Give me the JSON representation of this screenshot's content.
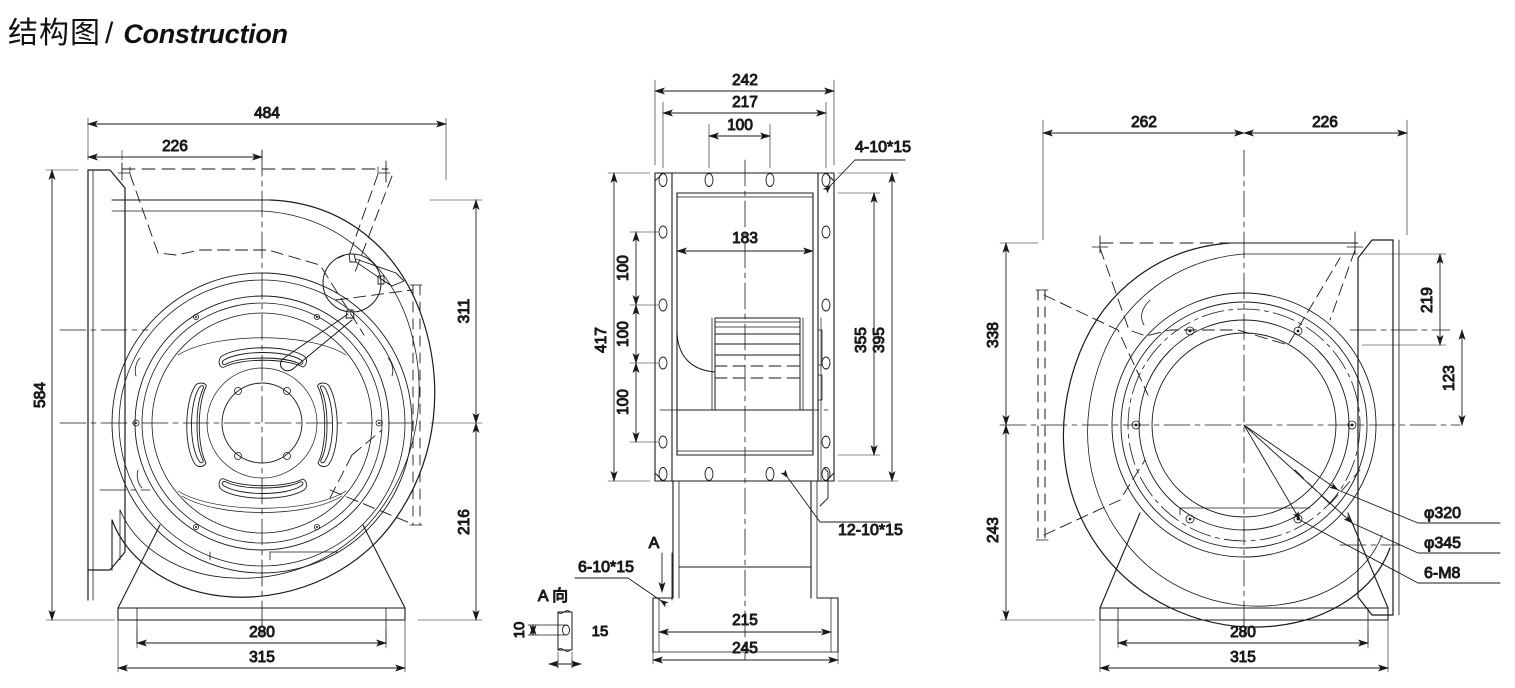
{
  "title": {
    "chinese": "结构图",
    "separator": "/",
    "english": "Construction"
  },
  "views": {
    "left": {
      "name": "front-view",
      "dimensions": {
        "overall_width": "484",
        "inlet_width": "226",
        "overall_height": "584",
        "upper_height": "311",
        "lower_height": "216",
        "base_bolt_spacing": "280",
        "base_width": "315"
      }
    },
    "middle": {
      "name": "side-view",
      "dimensions": {
        "flange_width": "242",
        "bolt_span": "217",
        "bolt_pitch": "100",
        "inner_width": "183",
        "overall_height": "417",
        "pitch_1": "100",
        "pitch_2": "100",
        "pitch_3": "100",
        "height_355": "355",
        "height_395": "395",
        "hole_top": "4-10*15",
        "hole_side": "12-10*15",
        "hole_base": "6-10*15",
        "base_inner": "215",
        "base_outer": "245"
      },
      "detail": {
        "label": "A",
        "direction_label": "A 向",
        "slot_height": "10",
        "slot_width": "15"
      }
    },
    "right": {
      "name": "rear-view",
      "dimensions": {
        "left_width": "262",
        "right_width": "226",
        "upper_height": "338",
        "lower_height": "243",
        "inner_upper": "219",
        "inner_lower": "123",
        "base_bolt_spacing": "280",
        "base_width": "315"
      },
      "callouts": {
        "bore_320": "φ320",
        "bore_345": "φ345",
        "thread": "6-M8"
      }
    }
  },
  "colors": {
    "line": "#1a1a1a",
    "background": "#ffffff"
  }
}
